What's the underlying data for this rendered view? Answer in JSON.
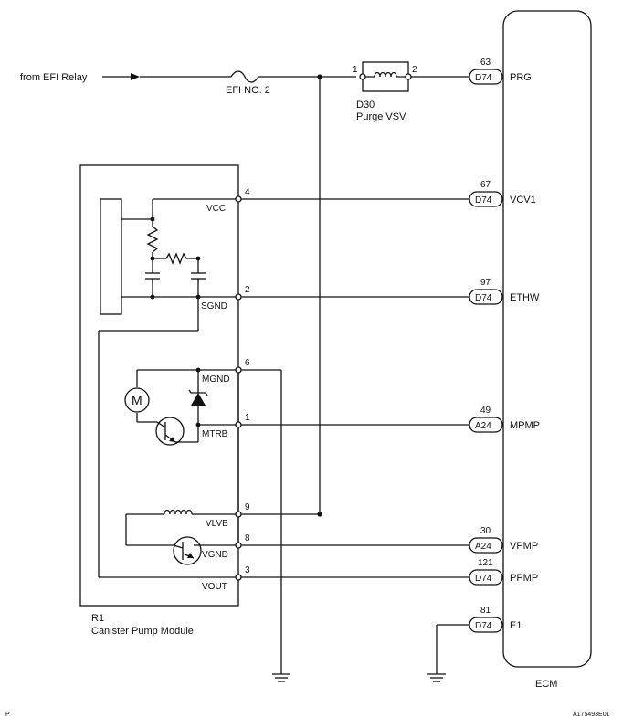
{
  "source": {
    "label": "from EFI Relay"
  },
  "fuse": {
    "label": "EFI NO. 2"
  },
  "vsv": {
    "code": "D30",
    "name": "Purge VSV",
    "pin_in": "1",
    "pin_out": "2"
  },
  "module": {
    "code": "R1",
    "name": "Canister Pump Module"
  },
  "module_pins": [
    {
      "num": "4",
      "name": "VCC"
    },
    {
      "num": "2",
      "name": "SGND"
    },
    {
      "num": "6",
      "name": "MGND"
    },
    {
      "num": "1",
      "name": "MTRB"
    },
    {
      "num": "9",
      "name": "VLVB"
    },
    {
      "num": "8",
      "name": "VGND"
    },
    {
      "num": "3",
      "name": "VOUT"
    }
  ],
  "ecm": {
    "label": "ECM",
    "terminals": [
      {
        "pin": "63",
        "connector": "D74",
        "name": "PRG"
      },
      {
        "pin": "67",
        "connector": "D74",
        "name": "VCV1"
      },
      {
        "pin": "97",
        "connector": "D74",
        "name": "ETHW"
      },
      {
        "pin": "49",
        "connector": "A24",
        "name": "MPMP"
      },
      {
        "pin": "30",
        "connector": "A24",
        "name": "VPMP"
      },
      {
        "pin": "121",
        "connector": "D74",
        "name": "PPMP"
      },
      {
        "pin": "81",
        "connector": "D74",
        "name": "E1"
      }
    ]
  },
  "motor_symbol": "M",
  "corner_left": "P",
  "figure_id": "A175493E01"
}
